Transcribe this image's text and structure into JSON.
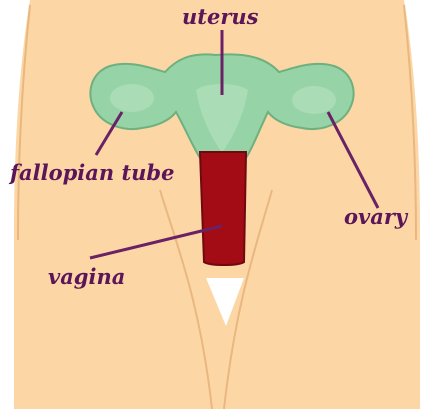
{
  "labels": {
    "uterus": "uterus",
    "fallopian_tube": "fallopian tube",
    "ovary": "ovary",
    "vagina": "vagina"
  },
  "colors": {
    "skin": "#fcd7a5",
    "skin_line": "#e9b77f",
    "organ": "#96d3a6",
    "organ_inner": "#aadcb6",
    "organ_outline": "#6fb07f",
    "vaginal_canal": "#a30c14",
    "canal_edge": "#6e0a0f",
    "label_text": "#5b1559",
    "leader_line": "#6a2166",
    "opening": "#ffffff"
  },
  "icons": {
    "body": "lower-torso-silhouette",
    "organ": "uterus-fallopian-tubes-ovaries"
  }
}
